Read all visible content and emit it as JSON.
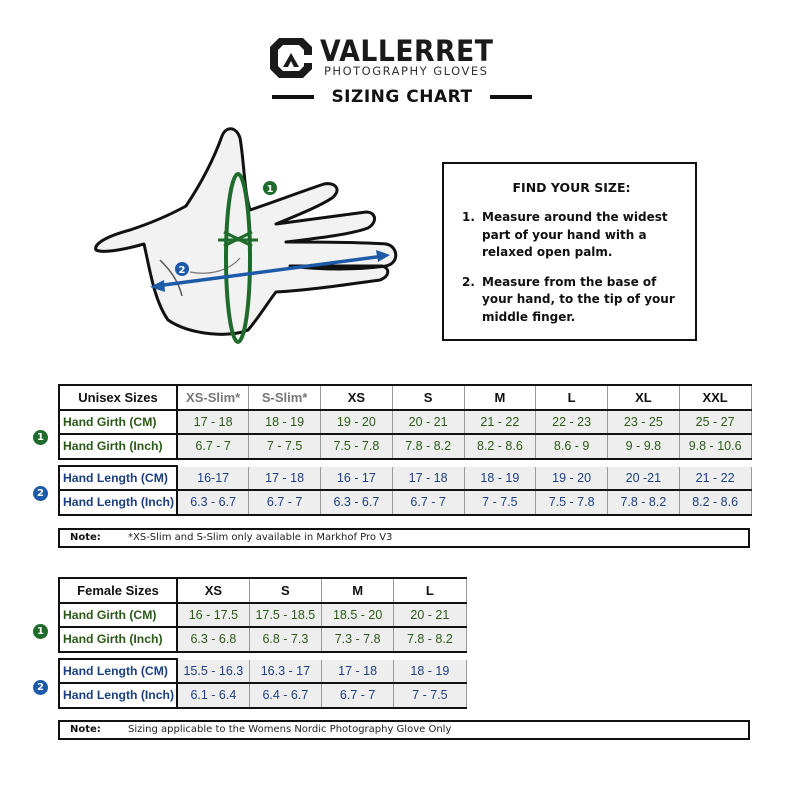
{
  "brand": {
    "name": "VALLERRET",
    "subtitle": "PHOTOGRAPHY GLOVES",
    "title": "SIZING CHART"
  },
  "colors": {
    "girth": "#2b5a18",
    "length": "#1c3f80",
    "girth_badge": "#1e6b2c",
    "length_badge": "#1d5aa8"
  },
  "figure": {
    "girth_marker": "1",
    "length_marker": "2"
  },
  "instructions": {
    "title": "FIND YOUR SIZE:",
    "steps": [
      {
        "num": "1.",
        "text": "Measure around the widest part of your hand with a relaxed open palm."
      },
      {
        "num": "2.",
        "text": "Measure from the base of your hand, to the tip of your middle finger."
      }
    ]
  },
  "unisex": {
    "title": "Unisex Sizes",
    "sizes": [
      "XS-Slim*",
      "S-Slim*",
      "XS",
      "S",
      "M",
      "L",
      "XL",
      "XXL"
    ],
    "girth_cm": {
      "label": "Hand Girth (CM)",
      "values": [
        "17 - 18",
        "18 - 19",
        "19 - 20",
        "20 - 21",
        "21 - 22",
        "22 - 23",
        "23 - 25",
        "25 - 27"
      ]
    },
    "girth_inch": {
      "label": "Hand Girth (Inch)",
      "values": [
        "6.7 - 7",
        "7 - 7.5",
        "7.5 - 7.8",
        "7.8 - 8.2",
        "8.2 - 8.6",
        "8.6 - 9",
        "9 - 9.8",
        "9.8 - 10.6"
      ]
    },
    "length_cm": {
      "label": "Hand Length (CM)",
      "values": [
        "16-17",
        "17 - 18",
        "16 - 17",
        "17 - 18",
        "18 - 19",
        "19 - 20",
        "20 -21",
        "21 - 22"
      ]
    },
    "length_inch": {
      "label": "Hand Length (Inch)",
      "values": [
        "6.3 - 6.7",
        "6.7 - 7",
        "6.3 - 6.7",
        "6.7 - 7",
        "7 - 7.5",
        "7.5 - 7.8",
        "7.8 - 8.2",
        "8.2 - 8.6"
      ]
    },
    "note_label": "Note:",
    "note_text": "*XS-Slim and S-Slim only available in Markhof Pro V3"
  },
  "female": {
    "title": "Female Sizes",
    "sizes": [
      "XS",
      "S",
      "M",
      "L"
    ],
    "girth_cm": {
      "label": "Hand Girth (CM)",
      "values": [
        "16 - 17.5",
        "17.5 - 18.5",
        "18.5 - 20",
        "20 - 21"
      ]
    },
    "girth_inch": {
      "label": "Hand Girth (Inch)",
      "values": [
        "6.3 - 6.8",
        "6.8 - 7.3",
        "7.3 - 7.8",
        "7.8 - 8.2"
      ]
    },
    "length_cm": {
      "label": "Hand Length (CM)",
      "values": [
        "15.5 - 16.3",
        "16.3 - 17",
        "17 - 18",
        "18 - 19"
      ]
    },
    "length_inch": {
      "label": "Hand Length (Inch)",
      "values": [
        "6.1 - 6.4",
        "6.4 - 6.7",
        "6.7 - 7",
        "7 - 7.5"
      ]
    },
    "note_label": "Note:",
    "note_text": "Sizing applicable to the Womens Nordic Photography Glove Only"
  }
}
